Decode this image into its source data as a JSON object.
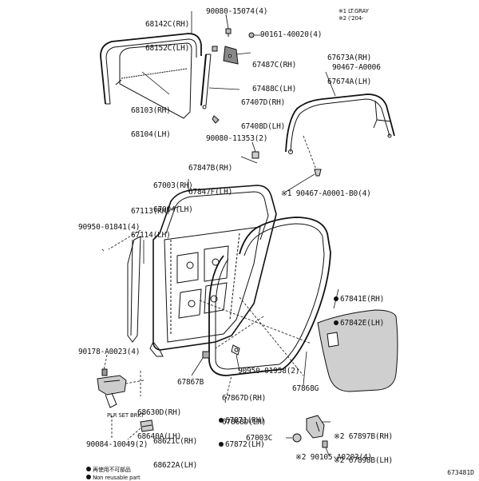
{
  "legend": {
    "line1": "※1 LT.GRAY",
    "line2": "※2 ('204-"
  },
  "footnotes": {
    "nonreusable_cjk": "再使用不可部品",
    "nonreusable_en": "Non reusable part"
  },
  "bracket_note": "PLR SET BRKT",
  "diagram_ref": "673481D",
  "parts": {
    "p68142c": [
      "68142C(RH)",
      "68152C(LH)"
    ],
    "p90080_15074": [
      "90080-15074(4)"
    ],
    "p90161": [
      "90161-40020(4)"
    ],
    "p67487c": [
      "67487C(RH)",
      "67488C(LH)"
    ],
    "p67673a": [
      "67673A(RH)",
      "67674A(LH)"
    ],
    "p90467_a0006": [
      "90467-A0006"
    ],
    "p68103": [
      "68103(RH)",
      "68104(LH)"
    ],
    "p67407d": [
      "67407D(RH)",
      "67408D(LH)"
    ],
    "p90080_11353": [
      "90080-11353(2)"
    ],
    "p67847b": [
      "67847B(RH)",
      "67847F(LH)"
    ],
    "p67003h": [
      "67003(RH)",
      "67004(LH)"
    ],
    "p67113": [
      "67113(RH)",
      "67114(LH)"
    ],
    "p90467_a0001": [
      "※1 90467-A0001-B0(4)"
    ],
    "p90950_01841": [
      "90950-01841(4)"
    ],
    "p67841e": [
      "67841E(RH)",
      "67842E(LH)"
    ],
    "p90178": [
      "90178-A0023(4)"
    ],
    "p67867b": [
      "67867B"
    ],
    "p90950_01958": [
      "90950-01958(2)"
    ],
    "p67867d": [
      "67867D(RH)",
      "67868D(LH)"
    ],
    "p67868g": [
      "67868G"
    ],
    "p68630d": [
      "68630D(RH)",
      "68640A(LH)"
    ],
    "p67871": [
      "67871(RH)",
      "67872(LH)"
    ],
    "p67897b": [
      "※2 67897B(RH)",
      "※2 67898B(LH)"
    ],
    "p68621c": [
      "68621C(RH)",
      "68622A(LH)"
    ],
    "p90084": [
      "90084-10049(2)"
    ],
    "p67003c": [
      "67003C"
    ],
    "p90105": [
      "※2 90105-A0203(4)"
    ]
  }
}
